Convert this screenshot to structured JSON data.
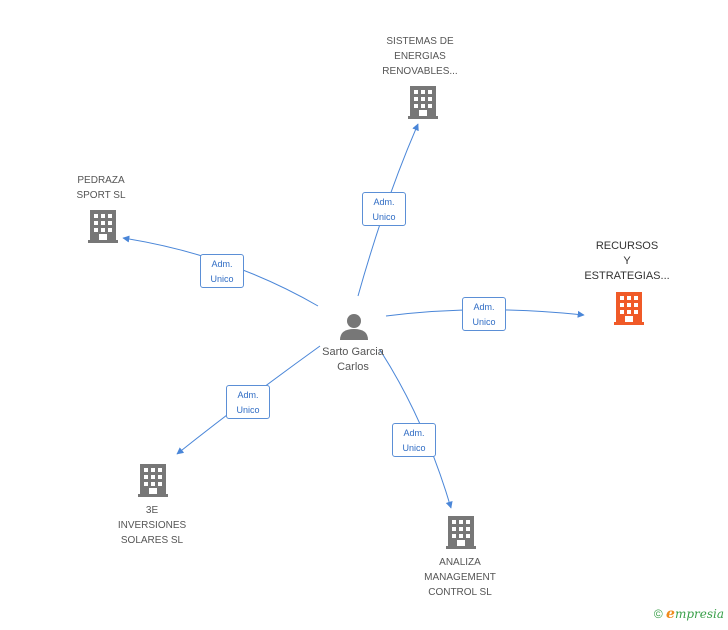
{
  "center": {
    "name_line1": "Sarto Garcia",
    "name_line2": "Carlos",
    "icon": "person-icon"
  },
  "nodes": [
    {
      "id": "sistemas",
      "lines": [
        "SISTEMAS DE",
        "ENERGIAS",
        "RENOVABLES..."
      ],
      "icon": "building-icon",
      "color": "#777777"
    },
    {
      "id": "pedraza",
      "lines": [
        "PEDRAZA",
        "SPORT SL"
      ],
      "icon": "building-icon",
      "color": "#777777"
    },
    {
      "id": "recursos",
      "lines": [
        "RECURSOS",
        "Y",
        "ESTRATEGIAS..."
      ],
      "icon": "building-icon",
      "color": "#f05a28",
      "highlight": true
    },
    {
      "id": "3e",
      "lines": [
        "3E",
        "INVERSIONES",
        "SOLARES SL"
      ],
      "icon": "building-icon",
      "color": "#777777"
    },
    {
      "id": "analiza",
      "lines": [
        "ANALIZA",
        "MANAGEMENT",
        "CONTROL SL"
      ],
      "icon": "building-icon",
      "color": "#777777"
    }
  ],
  "edges": [
    {
      "to": "sistemas",
      "line1": "Adm.",
      "line2": "Unico"
    },
    {
      "to": "pedraza",
      "line1": "Adm.",
      "line2": "Unico"
    },
    {
      "to": "recursos",
      "line1": "Adm.",
      "line2": "Unico"
    },
    {
      "to": "3e",
      "line1": "Adm.",
      "line2": "Unico"
    },
    {
      "to": "analiza",
      "line1": "Adm.",
      "line2": "Unico"
    }
  ],
  "footer": {
    "copyright": "©",
    "brand_first": "e",
    "brand_rest": "mpresia"
  },
  "colors": {
    "edge": "#4a86d8",
    "building": "#777777",
    "highlight": "#f05a28",
    "person": "#777777"
  }
}
